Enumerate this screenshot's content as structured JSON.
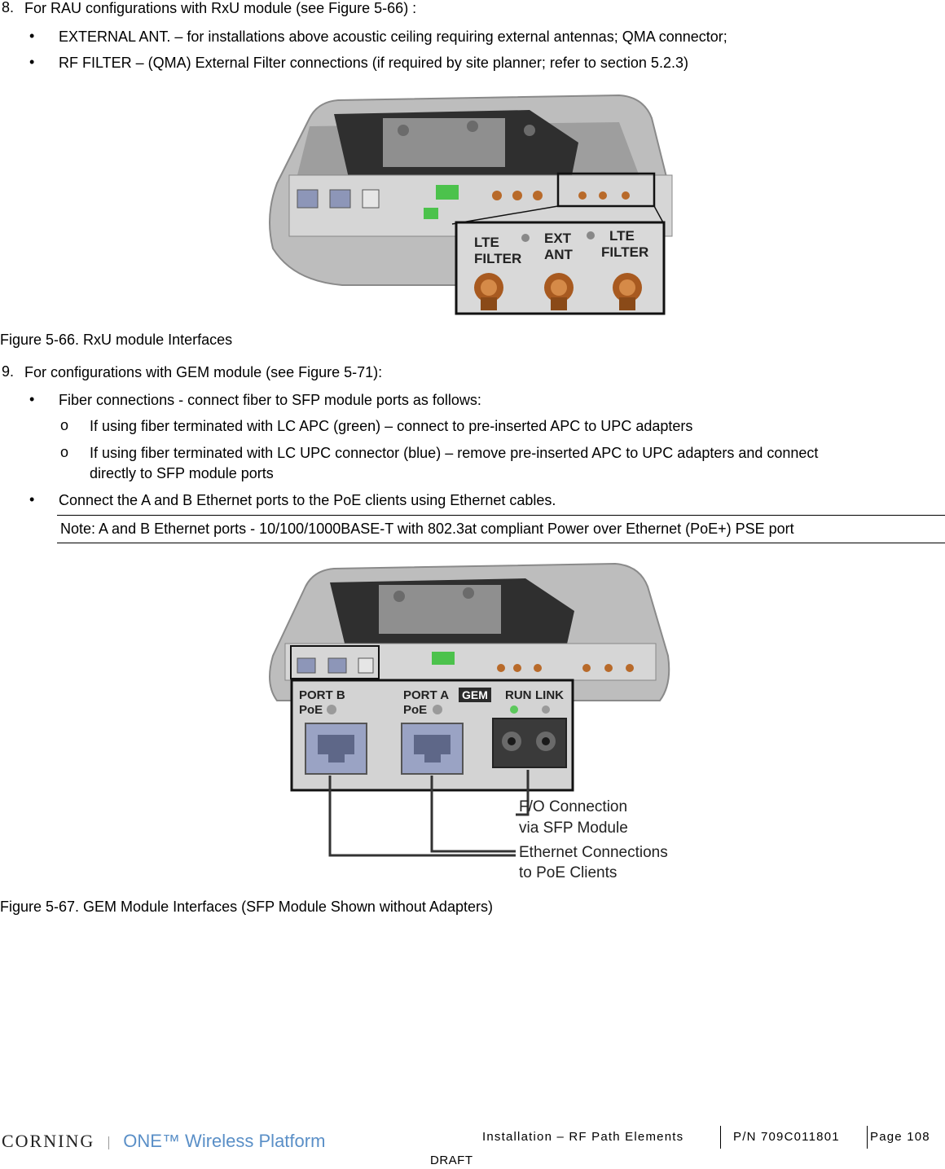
{
  "items": {
    "item8": {
      "number": "8.",
      "text": "For RAU configurations with RxU module (see Figure 5-66) :",
      "bullets": [
        "EXTERNAL ANT. – for installations above acoustic ceiling requiring external antennas; QMA connector;",
        "RF FILTER – (QMA) External Filter connections (if required by site planner; refer to section 5.2.3)"
      ]
    },
    "item9": {
      "number": "9.",
      "text": "For configurations with GEM module (see Figure 5-71):",
      "bullets": [
        "Fiber connections - connect fiber to SFP module ports as follows:",
        "Connect the A and B Ethernet ports to the PoE clients using Ethernet cables."
      ],
      "sub_bullets": [
        "If using fiber terminated with LC APC (green) – connect to pre-inserted APC to UPC adapters",
        "If using fiber terminated with LC UPC connector (blue) – remove pre-inserted APC to UPC adapters and connect",
        "directly to SFP module ports"
      ],
      "note": "Note: A and B Ethernet ports - 10/100/1000BASE-T with 802.3at compliant Power over Ethernet (PoE+) PSE port"
    }
  },
  "bullet_glyph": "•",
  "sub_bullet_glyph": "o",
  "figure1": {
    "caption": "Figure 5-66. RxU module Interfaces",
    "callout": {
      "left": "LTE\nFILTER",
      "middle": "EXT\nANT",
      "right": "LTE\nFILTER"
    }
  },
  "figure2": {
    "caption": "Figure 5-67. GEM Module Interfaces (SFP Module Shown without Adapters)",
    "panel": {
      "port_b": "PORT  B",
      "port_b_poe": "PoE",
      "port_a": "PORT  A",
      "port_a_poe": "PoE",
      "gem": "GEM",
      "run": "RUN",
      "link": "LINK"
    },
    "labels": {
      "fo_line1": "F/O Connection",
      "fo_line2": "via SFP Module",
      "eth_line1": "Ethernet Connections",
      "eth_line2": "to PoE Clients"
    }
  },
  "footer": {
    "brand": "CORNING",
    "product": "ONE™ Wireless Platform",
    "section": "Installation – RF Path Elements",
    "part_number": "P/N 709C011801",
    "page": "Page 108",
    "draft": "DRAFT"
  },
  "colors": {
    "connector": "#b86a2a",
    "device_body": "#c8c8c8",
    "device_dark": "#3a3a3a",
    "gem_badge": "#2b2b2b",
    "led_green": "#5cc85c",
    "brand_blue": "#5a8fc7"
  }
}
